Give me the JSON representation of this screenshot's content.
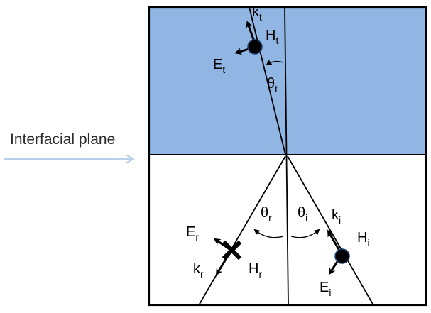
{
  "diagram": {
    "plane_label": "Interfacial plane",
    "labels": {
      "k_t": {
        "base": "k",
        "sub": "t"
      },
      "H_t": {
        "base": "H",
        "sub": "t"
      },
      "E_t": {
        "base": "E",
        "sub": "t"
      },
      "theta_t": {
        "base": "θ",
        "sub": "t"
      },
      "theta_r": {
        "base": "θ",
        "sub": "r"
      },
      "theta_i": {
        "base": "θ",
        "sub": "i"
      },
      "k_i": {
        "base": "k",
        "sub": "i"
      },
      "H_i": {
        "base": "H",
        "sub": "i"
      },
      "E_r": {
        "base": "E",
        "sub": "r"
      },
      "k_r": {
        "base": "k",
        "sub": "r"
      },
      "H_r": {
        "base": "H",
        "sub": "r"
      },
      "E_i": {
        "base": "E",
        "sub": "i"
      }
    },
    "colors": {
      "upper_medium": "#92b6e4",
      "lower_medium": "#ffffff",
      "outline": "#000000",
      "plane_arrow": "#b7cfe9",
      "plane_text": "#2b2b2b",
      "dot_fill": "#000000",
      "dot_ring": "#1f3f73"
    },
    "icons": {
      "field_out_of_page": "filled-dot",
      "field_into_page": "cross-mark"
    }
  }
}
